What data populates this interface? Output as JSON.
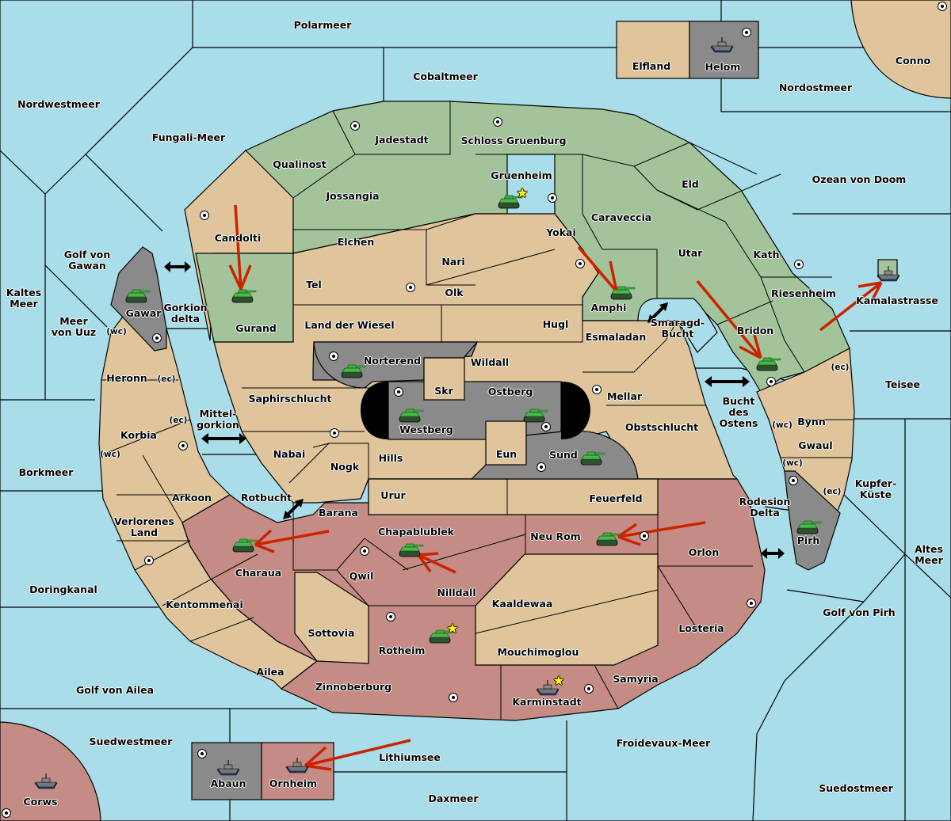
{
  "map": {
    "title": "Diplomacy-style strategy map",
    "colors": {
      "sea": "#a8dde9",
      "neutral": "#e0c59c",
      "green_power": "#a3c49a",
      "red_power": "#c48c84",
      "impassable_or_gray": "#8a8a8a",
      "order_arrow": "#cc2200",
      "supply_center_star": "#ffff00"
    },
    "seas": {
      "polarmeer": "Polarmeer",
      "cobaltmeer": "Cobaltmeer",
      "nordwestmeer": "Nordwestmeer",
      "fungali": "Fungali-Meer",
      "nordostmeer": "Nordostmeer",
      "ozean": "Ozean von Doom",
      "golf_gawan": "Golf von\nGawan",
      "kaltes": "Kaltes\nMeer",
      "meer_uuz": "Meer\nvon Uuz",
      "gorkion_delta": "Gorkion\ndelta",
      "mittelgorkion": "Mittel-\ngorkion",
      "rotbucht": "Rotbucht",
      "smaragd": "Smaragd-\nBucht",
      "bucht_ostens": "Bucht\ndes\nOstens",
      "kamalastrasse": "Kamalastrasse",
      "teisee": "Teisee",
      "kupfer": "Kupfer-\nKüste",
      "rodesion": "Rodesion\nDelta",
      "altes": "Altes\nMeer",
      "borkmeer": "Borkmeer",
      "doringkanal": "Doringkanal",
      "golf_ailea": "Golf von Ailea",
      "golf_pirh": "Golf von Pirh",
      "suedwestmeer": "Suedwestmeer",
      "lithiumsee": "Lithiumsee",
      "froidevaux": "Froidevaux-Meer",
      "daxmeer": "Daxmeer",
      "suedostmeer": "Suedostmeer"
    },
    "lands": {
      "elfland": "Elfland",
      "helom": "Helom",
      "conno": "Conno",
      "qualinost": "Qualinost",
      "jadestadt": "Jadestadt",
      "schloss": "Schloss Gruenburg",
      "gruenheim": "Gruenheim",
      "jossangia": "Jossangia",
      "eld": "Eld",
      "caraveccia": "Caraveccia",
      "utar": "Utar",
      "kath": "Kath",
      "riesenheim": "Riesenheim",
      "bridon": "Bridon",
      "candolti": "Candolti",
      "gurand": "Gurand",
      "elchen": "Elchen",
      "nari": "Nari",
      "yokai": "Yokai",
      "tel": "Tel",
      "olk": "Olk",
      "amphi": "Amphi",
      "land_wiesel": "Land der Wiesel",
      "hugl": "Hugl",
      "esmaladan": "Esmaladan",
      "gawar": "Gawar",
      "norterend": "Norterend",
      "wildall": "Wildall",
      "skr": "Skr",
      "ostberg": "Ostberg",
      "westberg": "Westberg",
      "mellar": "Mellar",
      "saphirschlucht": "Saphirschlucht",
      "obstschlucht": "Obstschlucht",
      "heronn": "Heronn",
      "korbia": "Korbia",
      "nabai": "Nabai",
      "nogk": "Nogk",
      "hills": "Hills",
      "eun": "Eun",
      "sund": "Sund",
      "bynn": "Bynn",
      "gwaul": "Gwaul",
      "pirh": "Pirh",
      "arkoon": "Arkoon",
      "verlorenes": "Verlorenes\nLand",
      "urur": "Urur",
      "feuerfeld": "Feuerfeld",
      "barana": "Barana",
      "charaua": "Charaua",
      "chapablublek": "Chapablublek",
      "neu_rom": "Neu Rom",
      "orlon": "Orlon",
      "qwil": "Qwil",
      "nilldall": "Nilldall",
      "kaaldewaa": "Kaaldewaa",
      "kentommenai": "Kentommenai",
      "sottovia": "Sottovia",
      "rotheim": "Rotheim",
      "losteria": "Losteria",
      "mouchimoglou": "Mouchimoglou",
      "ailea": "Ailea",
      "zinnoberburg": "Zinnoberburg",
      "karminstadt": "Karminstadt",
      "samyria": "Samyria",
      "abaun": "Abaun",
      "ornheim": "Ornheim",
      "corws": "Corws"
    },
    "coasts": {
      "wc": "(wc)",
      "ec": "(ec)"
    },
    "units": [
      {
        "type": "army",
        "location": "Gruenheim",
        "power": "green"
      },
      {
        "type": "army",
        "location": "Gurand",
        "power": "green"
      },
      {
        "type": "army",
        "location": "Gawar",
        "power": "green"
      },
      {
        "type": "army",
        "location": "Amphi",
        "power": "green"
      },
      {
        "type": "army",
        "location": "Bridon",
        "power": "green"
      },
      {
        "type": "fleet",
        "location": "Kamalastrasse",
        "power": "gray"
      },
      {
        "type": "army",
        "location": "Norterend",
        "power": "green"
      },
      {
        "type": "army",
        "location": "Westberg",
        "power": "green"
      },
      {
        "type": "army",
        "location": "Ostberg",
        "power": "green"
      },
      {
        "type": "army",
        "location": "Sund",
        "power": "green"
      },
      {
        "type": "army",
        "location": "Pirh",
        "power": "green"
      },
      {
        "type": "army",
        "location": "Charaua",
        "power": "green"
      },
      {
        "type": "army",
        "location": "Chapablublek",
        "power": "green"
      },
      {
        "type": "army",
        "location": "Neu Rom",
        "power": "green"
      },
      {
        "type": "army",
        "location": "Rotheim",
        "power": "green"
      },
      {
        "type": "fleet",
        "location": "Karminstadt",
        "power": "gray"
      },
      {
        "type": "fleet",
        "location": "Helom",
        "power": "gray"
      },
      {
        "type": "fleet",
        "location": "Abaun",
        "power": "gray"
      },
      {
        "type": "fleet",
        "location": "Ornheim",
        "power": "gray"
      },
      {
        "type": "fleet",
        "location": "Corws",
        "power": "gray"
      }
    ]
  }
}
